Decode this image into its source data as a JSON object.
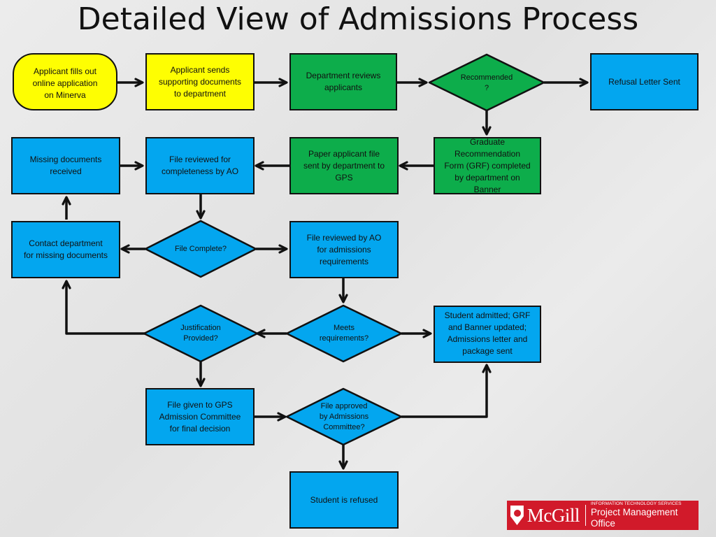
{
  "slide": {
    "title": "Detailed View of Admissions Process"
  },
  "nodes": {
    "applicant_fills": "Applicant fills out\nonline application\non Minerva",
    "applicant_sends": "Applicant sends\nsupporting documents\nto department",
    "dept_reviews": "Department reviews\napplicants",
    "recommended": "Recommended\n?",
    "refusal_letter": "Refusal Letter Sent",
    "missing_docs_received": "Missing documents\nreceived",
    "file_reviewed_completeness": "File reviewed for\ncompleteness by AO",
    "paper_file_sent": "Paper applicant file\nsent by department to\nGPS",
    "grf_completed": "Graduate\nRecommendation\nForm (GRF) completed\nby department on\nBanner",
    "contact_dept": "Contact department\nfor missing documents",
    "file_complete": "File Complete?",
    "file_reviewed_requirements": "File reviewed by AO\nfor admissions\nrequirements",
    "justification": "Justification\nProvided?",
    "meets_requirements": "Meets\nrequirements?",
    "student_admitted": "Student admitted; GRF\nand Banner updated;\nAdmissions letter and\npackage sent",
    "file_given_gps": "File given to GPS\nAdmission Committee\nfor final decision",
    "file_approved": "File approved\nby Admissions\nCommittee?",
    "student_refused": "Student is refused"
  },
  "colors": {
    "blue": "#03a6ef",
    "green": "#0dad4b",
    "yellow": "#fefe02",
    "mcgill_red": "#d11a2a"
  },
  "logo": {
    "wordmark": "McGill",
    "line1": "INFORMATION TECHNOLOGY SERVICES",
    "line2": "Project Management Office"
  }
}
